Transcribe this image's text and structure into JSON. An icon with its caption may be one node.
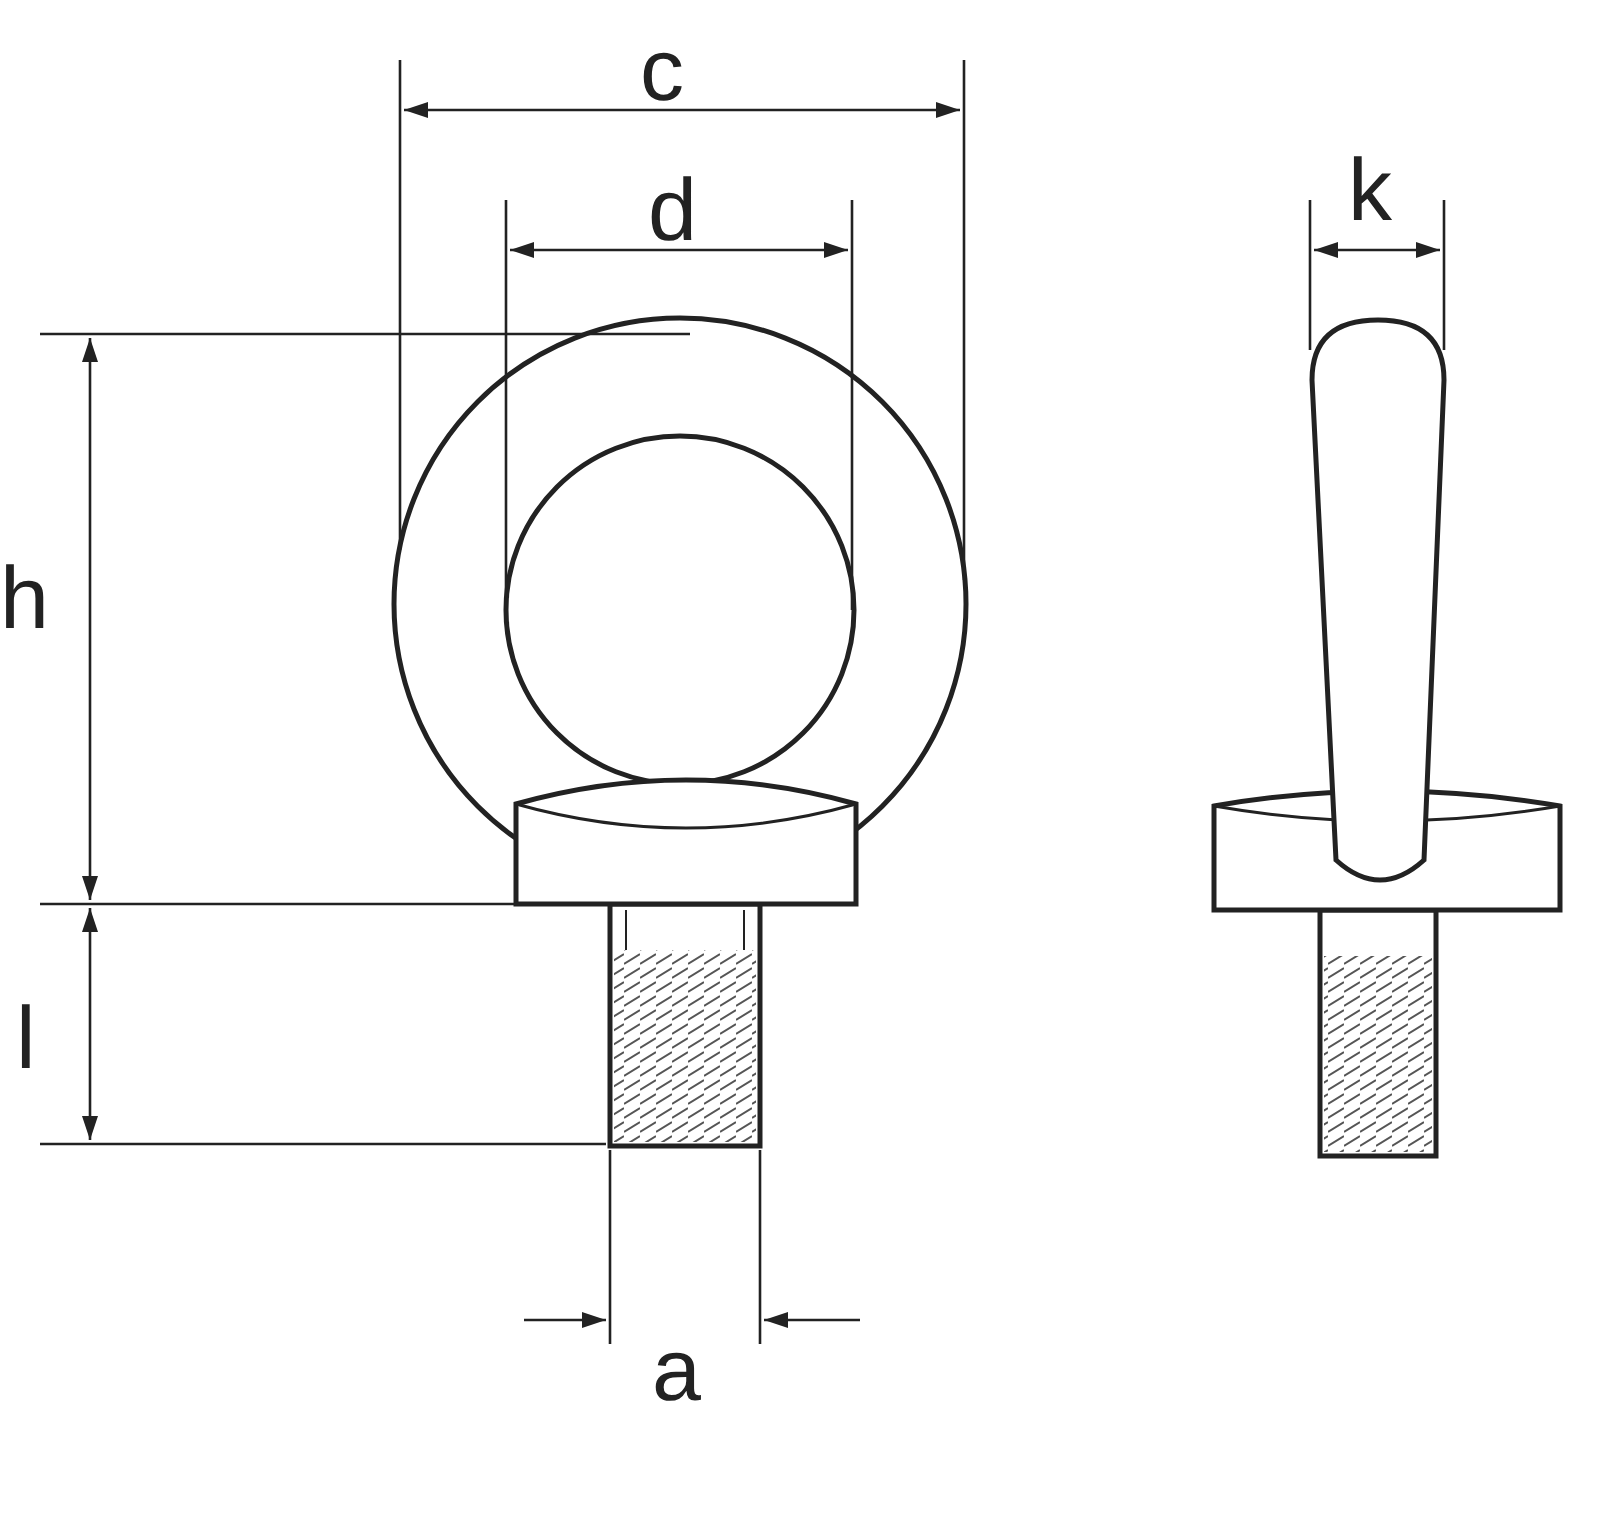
{
  "diagram": {
    "labels": [
      "c",
      "d",
      "k",
      "h",
      "l",
      "a"
    ]
  }
}
